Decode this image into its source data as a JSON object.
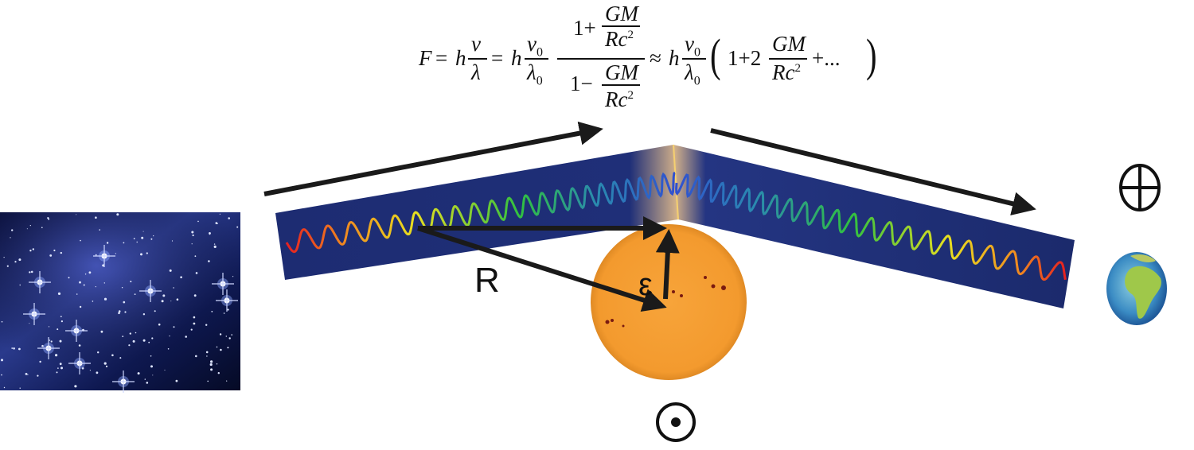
{
  "formula": {
    "lhs": "F",
    "eq1": "=",
    "h1": "h",
    "nu": "ν",
    "lambda": "λ",
    "eq2": "=",
    "h2": "h",
    "nu0": "ν",
    "lambda0": "λ",
    "sub0": "0",
    "num_one_plus": "1+",
    "num_GM": "GM",
    "num_Rc": "Rc",
    "sq": "2",
    "den_one_minus": "1−",
    "den_GM": "GM",
    "den_Rc": "Rc",
    "approx": "≈",
    "h3": "h",
    "nu0b": "ν",
    "lambda0b": "λ",
    "paren_open": "(",
    "series_start": "1+2",
    "series_GM": "GM",
    "series_Rc": "Rc",
    "series_end": "+...",
    "paren_close": ")"
  },
  "labels": {
    "distance": "R",
    "deflection": "ε"
  },
  "symbols": {
    "sun": "sun-symbol",
    "earth": "earth-symbol"
  },
  "colors": {
    "beam": "#1c2a6e",
    "sun": "#f39a2e",
    "arrow": "#1a1a1a",
    "sky": "#0a0f2e"
  }
}
